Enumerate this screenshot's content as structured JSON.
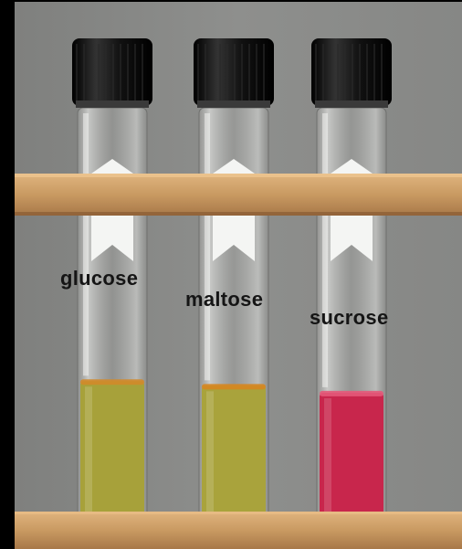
{
  "tubes": [
    {
      "label": "glucose",
      "fill_level": 0.63,
      "liquid_color": "#a7a13a",
      "meniscus_color": "#d28a2a",
      "cap_color": "#111111"
    },
    {
      "label": "maltose",
      "fill_level": 0.61,
      "liquid_color": "#a9a33c",
      "meniscus_color": "#d6861f",
      "cap_color": "#121212"
    },
    {
      "label": "sucrose",
      "fill_level": 0.58,
      "liquid_color": "#c8264c",
      "meniscus_color": "#e45a7a",
      "cap_color": "#1a1a1a"
    }
  ],
  "colors": {
    "background": "#8a8b89",
    "rack_wood": "#c89a63",
    "frame": "#000000"
  }
}
